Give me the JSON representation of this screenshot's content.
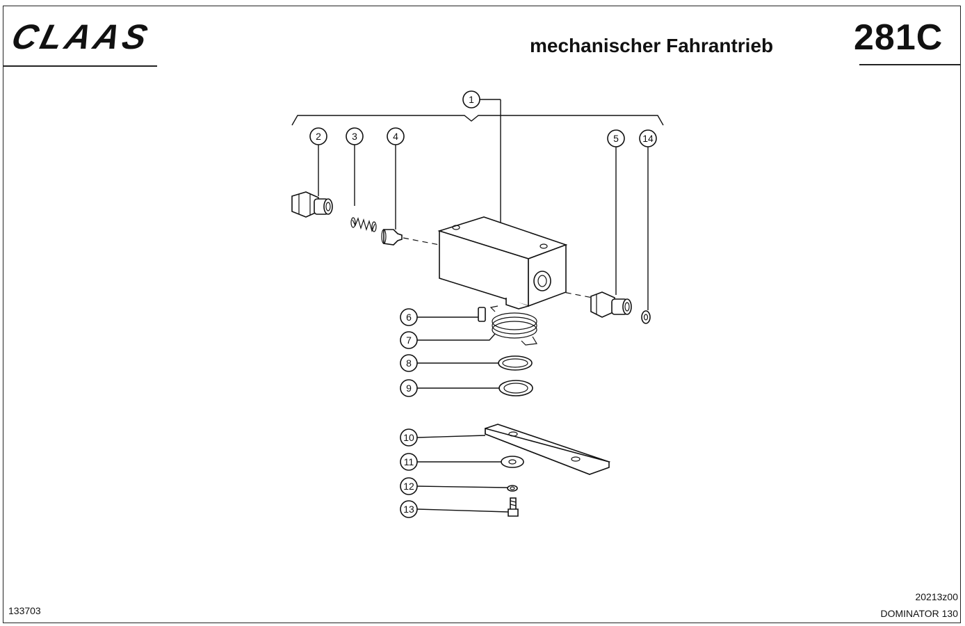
{
  "header": {
    "brand": "CLAAS",
    "title": "mechanischer Fahrantrieb",
    "page_code": "281C"
  },
  "footer": {
    "left_code": "133703",
    "drawing_number": "20213z00",
    "model": "DOMINATOR 130"
  },
  "callouts": {
    "c1": "1",
    "c2": "2",
    "c3": "3",
    "c4": "4",
    "c5": "5",
    "c6": "6",
    "c7": "7",
    "c8": "8",
    "c9": "9",
    "c10": "10",
    "c11": "11",
    "c12": "12",
    "c13": "13",
    "c14": "14"
  }
}
